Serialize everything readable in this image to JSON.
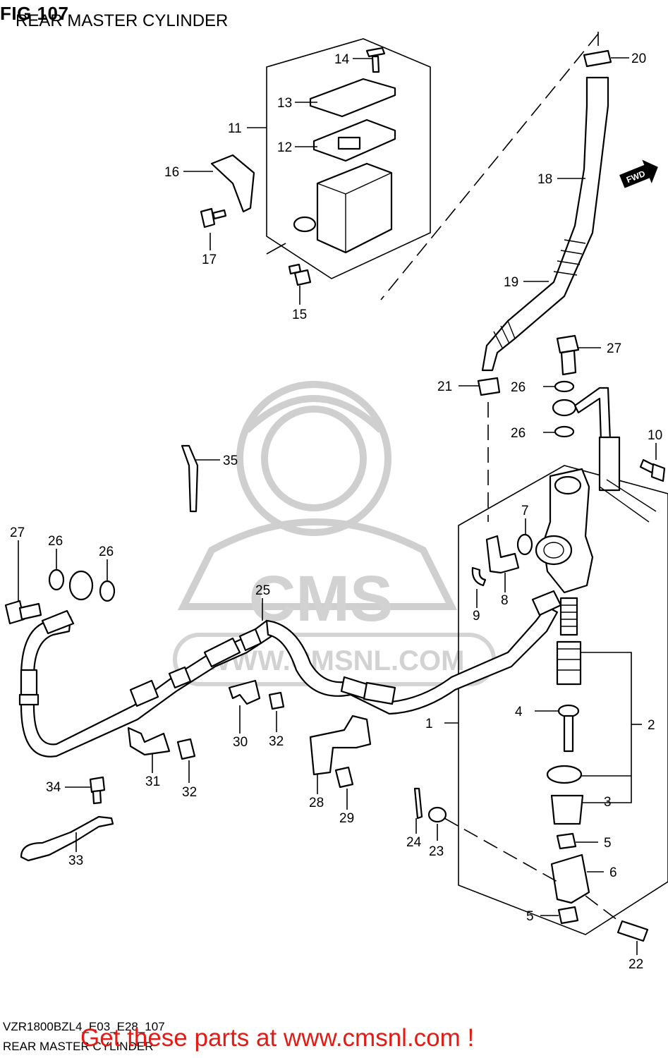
{
  "figure": {
    "number": "FIG 107",
    "title": "REAR MASTER CYLINDER"
  },
  "footer": {
    "code": "VZR1800BZL4_E03_E28_107",
    "name": "REAR MASTER CYLINDER",
    "promo": "Get these parts at www.cmsnl.com !"
  },
  "watermark": {
    "brand": "CMS",
    "site": "WWW.CMSNL.COM"
  },
  "direction_badge": "FWD",
  "callouts": {
    "c1": "1",
    "c2": "2",
    "c3": "3",
    "c4": "4",
    "c5a": "5",
    "c5b": "5",
    "c6": "6",
    "c7": "7",
    "c8": "8",
    "c9": "9",
    "c10": "10",
    "c11": "11",
    "c12": "12",
    "c13": "13",
    "c14": "14",
    "c15": "15",
    "c16": "16",
    "c17": "17",
    "c18": "18",
    "c19": "19",
    "c20": "20",
    "c21": "21",
    "c22": "22",
    "c23": "23",
    "c24": "24",
    "c25": "25",
    "c26a": "26",
    "c26b": "26",
    "c26c": "26",
    "c26d": "26",
    "c27a": "27",
    "c27b": "27",
    "c28": "28",
    "c29": "29",
    "c30": "30",
    "c31": "31",
    "c32a": "32",
    "c32b": "32",
    "c33": "33",
    "c34": "34",
    "c35": "35"
  }
}
